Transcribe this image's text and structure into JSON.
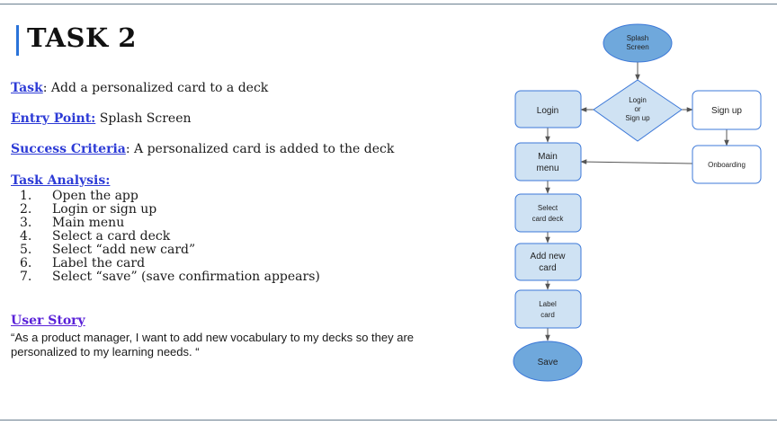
{
  "title": "TASK 2",
  "task": {
    "label": "Task",
    "text": ": Add a personalized card to a deck"
  },
  "entry_point": {
    "label": "Entry Point:",
    "text": " Splash Screen"
  },
  "success_criteria": {
    "label": "Success Criteria",
    "text": ": A personalized card is added to the deck"
  },
  "task_analysis": {
    "label": "Task Analysis:",
    "steps": [
      {
        "num": "1.",
        "text": "Open the app"
      },
      {
        "num": "2.",
        "text": "Login or sign up"
      },
      {
        "num": "3.",
        "text": "Main menu"
      },
      {
        "num": "4.",
        "text": "Select a card deck"
      },
      {
        "num": "5.",
        "text": "Select “add new card”"
      },
      {
        "num": "6.",
        "text": "Label the card"
      },
      {
        "num": "7.",
        "text": "Select “save” (save confirmation appears)"
      }
    ]
  },
  "user_story": {
    "label": "User Story",
    "text": "“As a product manager, I want to add new vocabulary to my decks so they are personalized to my learning needs. “"
  },
  "flowchart": {
    "splash": [
      "Splash",
      "Screen"
    ],
    "decision": [
      "Login",
      "or",
      "Sign up"
    ],
    "login": [
      "Login"
    ],
    "signup": [
      "Sign up"
    ],
    "onboarding": [
      "Onboarding"
    ],
    "main_menu": [
      "Main",
      "menu"
    ],
    "select_deck": [
      "Select",
      "card deck"
    ],
    "add_card": [
      "Add new",
      "card"
    ],
    "label_card": [
      "Label",
      "card"
    ],
    "save": [
      "Save"
    ],
    "colors": {
      "fill": "#cfe2f3",
      "terminal_fill": "#6fa8dc",
      "stroke": "#3c78d8",
      "arrow": "#555555"
    }
  }
}
